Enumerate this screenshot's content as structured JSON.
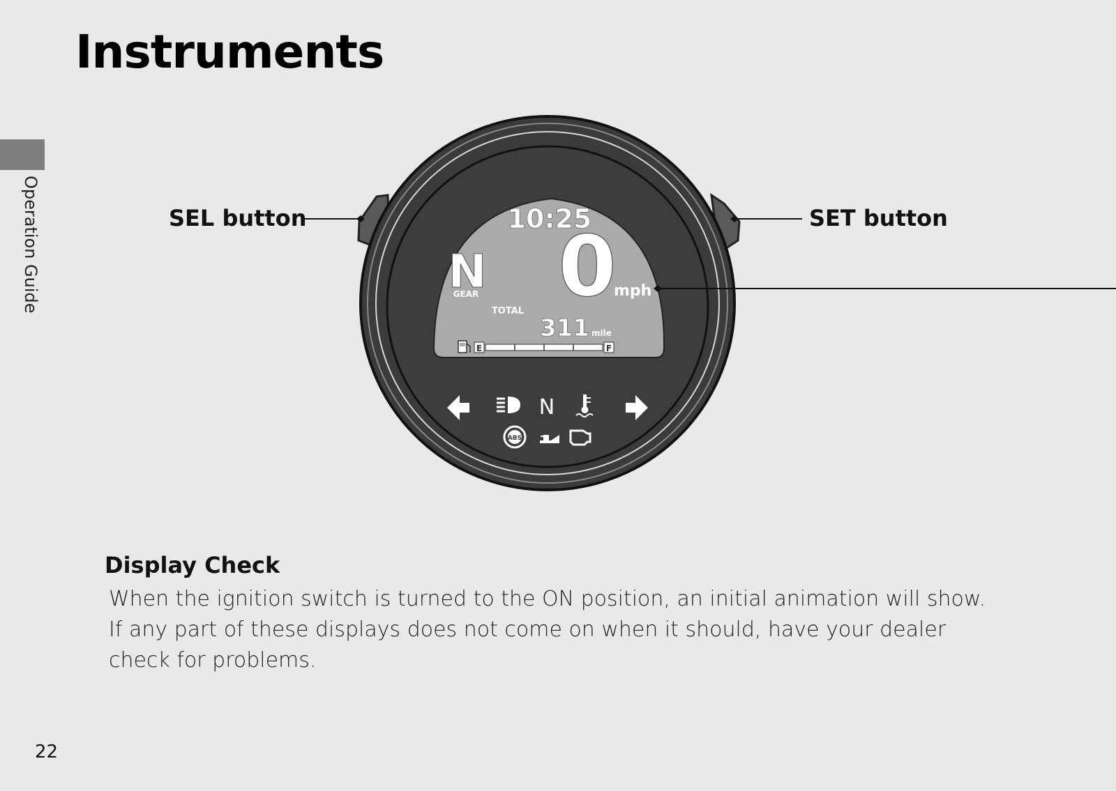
{
  "page": {
    "title": "Instruments",
    "side_tab_label": "Operation Guide",
    "page_number": "22"
  },
  "callouts": {
    "sel_button": "SEL button",
    "set_button": "SET button"
  },
  "display": {
    "clock": "10:25",
    "gear": "N",
    "gear_label": "GEAR",
    "speed": "0",
    "speed_unit": "mph",
    "odometer_label": "TOTAL",
    "odometer_value": "311",
    "odometer_unit": "mile",
    "fuel_empty": "E",
    "fuel_full": "F",
    "neutral_indicator": "N",
    "abs_indicator": "ABS"
  },
  "icons": [
    "fuel-pump-icon",
    "left-turn-signal-icon",
    "high-beam-icon",
    "neutral-indicator",
    "coolant-temperature-icon",
    "right-turn-signal-icon",
    "abs-icon",
    "oil-pressure-icon",
    "check-engine-icon"
  ],
  "section": {
    "heading": "Display Check",
    "body": "When the ignition switch is turned to the ON position, an initial animation will show. If any part of these displays does not come on when it should, have your dealer check for problems."
  },
  "colors": {
    "page_background": "#e8e9ea",
    "bezel": "#3b3b3b",
    "lcd": "#a9aaaa",
    "side_tab": "#7d7d7d"
  }
}
